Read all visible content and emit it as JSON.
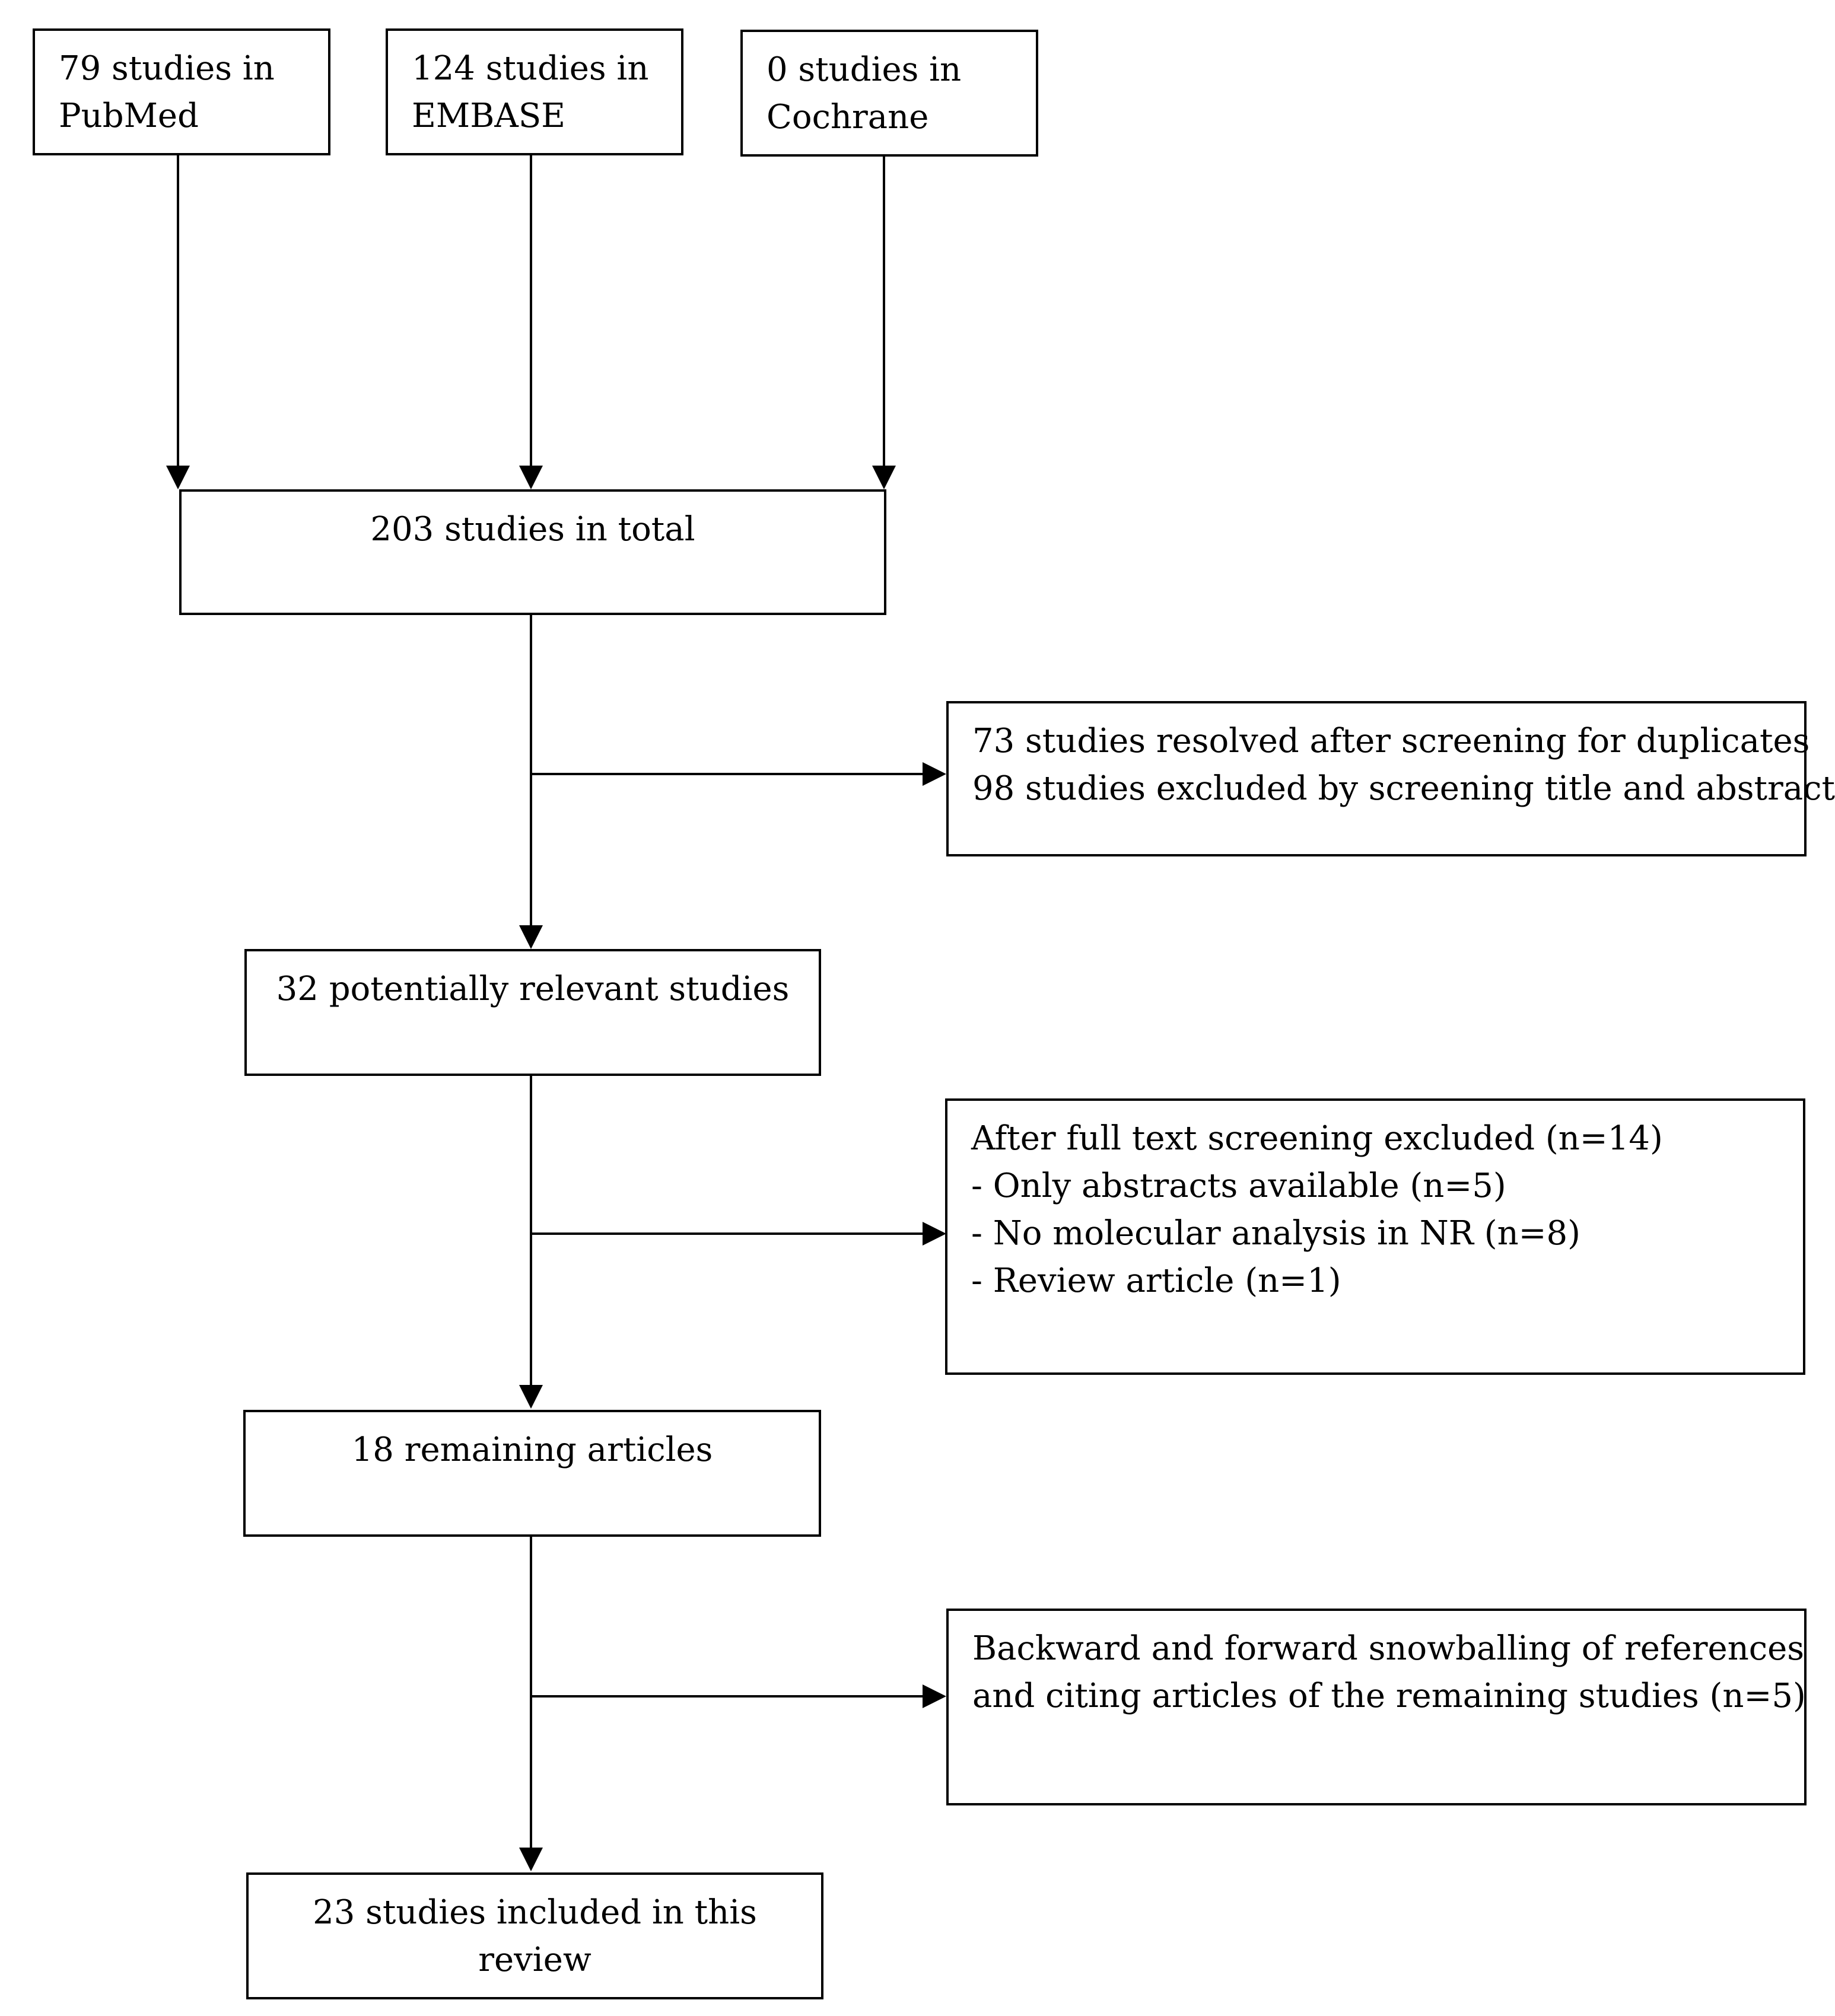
{
  "sources": {
    "pubmed": [
      "79 studies in",
      "PubMed"
    ],
    "embase": [
      "124 studies in",
      "EMBASE"
    ],
    "cochrane": [
      "0 studies in",
      "Cochrane"
    ]
  },
  "total": [
    "203 studies in total"
  ],
  "exclusion_1": [
    "73 studies resolved after screening for duplicates",
    "98 studies excluded by screening title and abstract"
  ],
  "relevant": [
    "32 potentially relevant studies"
  ],
  "exclusion_2": [
    "After full text screening excluded (n=14)",
    "- Only abstracts available (n=5)",
    "- No molecular analysis in NR (n=8)",
    "- Review article (n=1)"
  ],
  "remaining": [
    "18 remaining articles"
  ],
  "snowballing": [
    "Backward and forward snowballing of references",
    "and citing articles of the remaining studies (n=5)"
  ],
  "included": [
    "23 studies included in this",
    "review"
  ]
}
